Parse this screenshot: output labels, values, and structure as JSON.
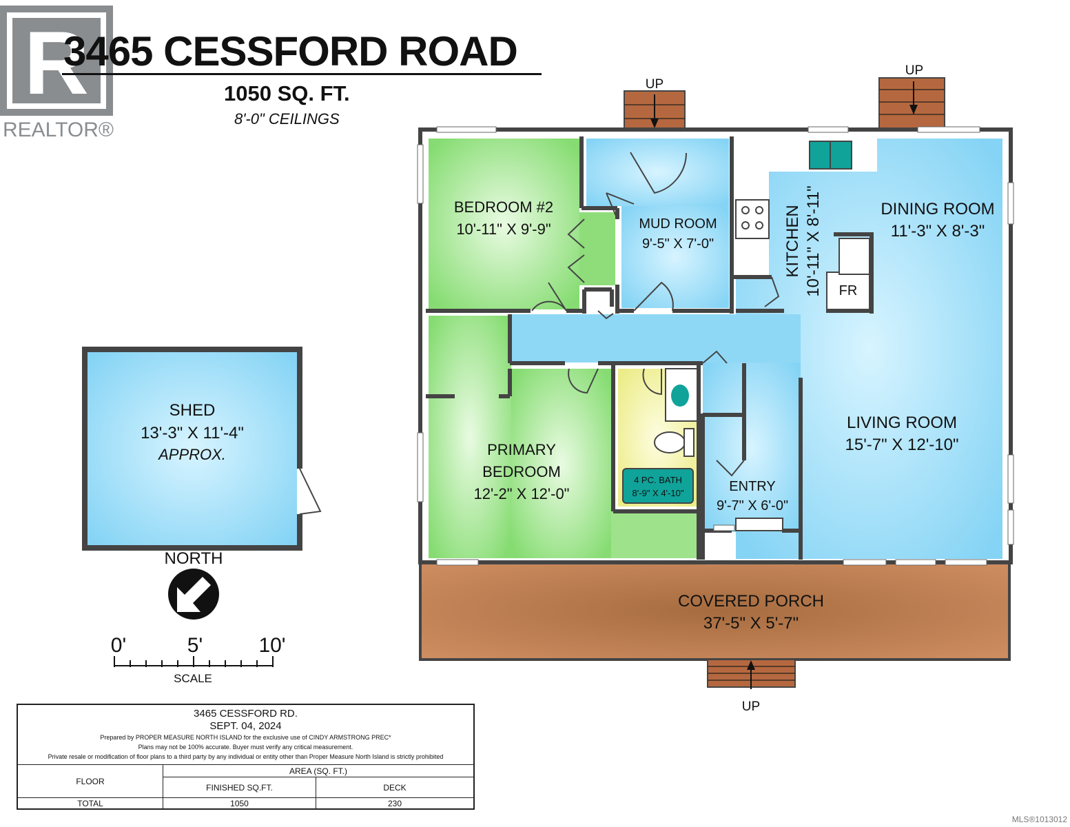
{
  "header": {
    "title": "3465 CESSFORD ROAD",
    "sqft": "1050 SQ. FT.",
    "ceilings": "8'-0\" CEILINGS"
  },
  "branding": {
    "realtor_text": "REALTOR®",
    "realtor_logo_letter": "R",
    "mls_number": "MLS®1013012"
  },
  "rooms": {
    "bedroom2": {
      "name": "BEDROOM #2",
      "dims": "10'-11\" X 9'-9\""
    },
    "mud_room": {
      "name": "MUD ROOM",
      "dims": "9'-5\" X 7'-0\""
    },
    "kitchen": {
      "name": "KITCHEN",
      "dims": "10'-11\" X 8'-11\""
    },
    "dining_room": {
      "name": "DINING ROOM",
      "dims": "11'-3\" X 8'-3\""
    },
    "fridge": {
      "name": "FR"
    },
    "primary_bedroom": {
      "name_line1": "PRIMARY",
      "name_line2": "BEDROOM",
      "dims": "12'-2\" X 12'-0\""
    },
    "bath": {
      "name": "4 PC. BATH",
      "dims": "8'-9\" X 4'-10\""
    },
    "entry": {
      "name": "ENTRY",
      "dims": "9'-7\" X 6'-0\""
    },
    "living_room": {
      "name": "LIVING ROOM",
      "dims": "15'-7\" X 12'-10\""
    },
    "covered_porch": {
      "name": "COVERED PORCH",
      "dims": "37'-5\" X 5'-7\""
    },
    "shed": {
      "name": "SHED",
      "dims": "13'-3\" X 11'-4\"",
      "note": "APPROX."
    }
  },
  "stairs": {
    "up_label": "UP"
  },
  "north": {
    "label": "NORTH"
  },
  "scale": {
    "tick0": "0'",
    "tick5": "5'",
    "tick10": "10'",
    "label": "SCALE"
  },
  "info_table": {
    "address": "3465 CESSFORD RD.",
    "date": "SEPT. 04, 2024",
    "prepared": "Prepared by PROPER MEASURE NORTH ISLAND for the exclusive use of CINDY ARMSTRONG PREC*",
    "disclaimer1": "Plans may not be 100% accurate.  Buyer must verify any critical measurement.",
    "disclaimer2": "Private resale  or modification of floor plans to a third party by any individual or entity other than Proper Measure North Island is strictly prohibited",
    "area_header": "AREA (SQ. FT.)",
    "col_floor": "FLOOR",
    "col_finished": "FINISHED SQ.FT.",
    "col_deck": "DECK",
    "row_total_label": "TOTAL",
    "row_total_finished": "1050",
    "row_total_deck": "230"
  },
  "colors": {
    "wall": "#444444",
    "bedroom_green": "#8fe07a",
    "room_blue": "#8fd8f5",
    "bath_yellow": "#f0f09a",
    "porch_brown": "#b87a4f",
    "stairs_brown": "#b5683f",
    "teal": "#10a39a"
  }
}
